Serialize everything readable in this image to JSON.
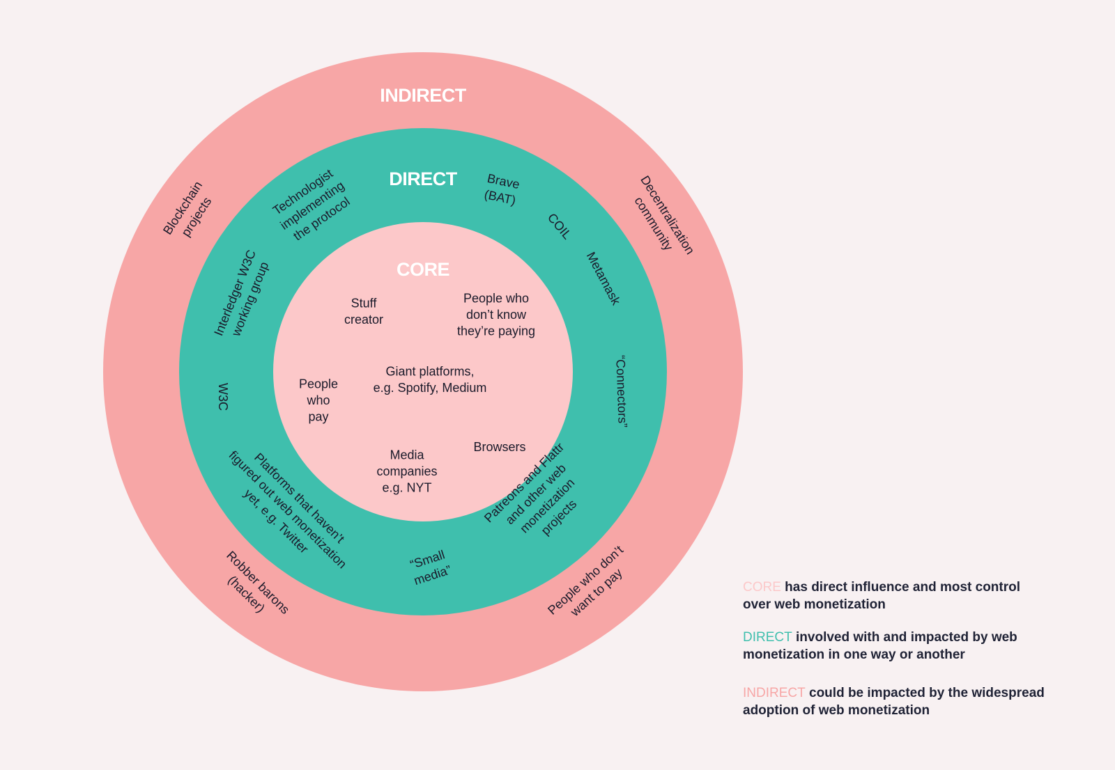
{
  "colors": {
    "background": "#f8f1f2",
    "indirect": "#f7a6a6",
    "direct": "#3fbfad",
    "core": "#fcc8c9",
    "text": "#1a1a2a"
  },
  "rings": {
    "indirect_title": "INDIRECT",
    "direct_title": "DIRECT",
    "core_title": "CORE"
  },
  "labels": {
    "indirect": {
      "blockchain": [
        "Blockchain",
        "projects"
      ],
      "decentralization": [
        "Decentralization",
        "community"
      ],
      "robber_barons": [
        "Robber barons",
        "(hacker)"
      ],
      "no_pay": [
        "People who don’t",
        "want to pay"
      ]
    },
    "direct": {
      "technologist": [
        "Technologist",
        "implementing",
        "the protocol"
      ],
      "brave": [
        "Brave",
        "(BAT)"
      ],
      "coil": [
        "COIL"
      ],
      "metamask": [
        "Metamask"
      ],
      "interledger": [
        "Interledger W3C",
        "working group"
      ],
      "connectors": [
        "“Connectors”"
      ],
      "w3c": [
        "W3C"
      ],
      "platforms": [
        "Platforms that haven’t",
        "figured out web monetization",
        "yet, e.g. Twitter"
      ],
      "small_media": [
        "“Small",
        "media”"
      ],
      "patreons": [
        "Patreons and Flattr",
        "and other web",
        "monetization",
        "projects"
      ]
    },
    "core": {
      "stuff_creator": [
        "Stuff",
        "creator"
      ],
      "unaware": [
        "People who",
        "don’t know",
        "they’re paying"
      ],
      "giant": [
        "Giant platforms,",
        "e.g. Spotify, Medium"
      ],
      "people_pay": [
        "People",
        "who",
        "pay"
      ],
      "browsers": [
        "Browsers"
      ],
      "media": [
        "Media",
        "companies",
        "e.g. NYT"
      ]
    }
  },
  "legend": {
    "core_key": "CORE",
    "core_text": " has direct influence and most control over web monetization",
    "direct_key": "DIRECT",
    "direct_text": " involved with and impacted by web monetization in one way or another",
    "indirect_key": "INDIRECT",
    "indirect_text": " could be impacted by the widespread adoption of web monetization"
  }
}
